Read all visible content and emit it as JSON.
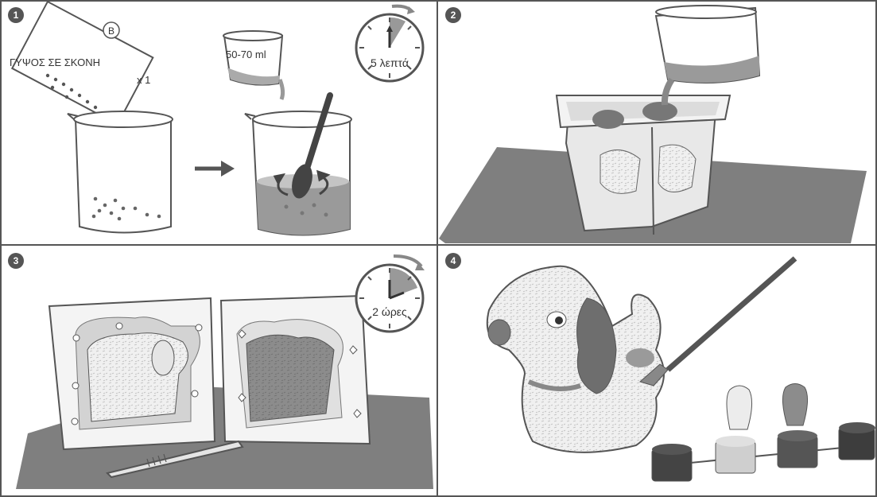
{
  "panels": [
    {
      "number": "1"
    },
    {
      "number": "2"
    },
    {
      "number": "3"
    },
    {
      "number": "4"
    }
  ],
  "step1": {
    "packet_badge": "B",
    "packet_label": "ΓΥΨΟΣ ΣΕ ΣΚΟΝΗ",
    "quantity": "x 1",
    "water_amount": "50-70 ml",
    "timer_label": "5 λεπτά"
  },
  "step3": {
    "timer_label": "2 ώρες"
  },
  "colors": {
    "outline": "#555555",
    "dark": "#444444",
    "mid": "#9a9a9a",
    "light": "#d6d6d6",
    "table": "#7f7f7f"
  }
}
